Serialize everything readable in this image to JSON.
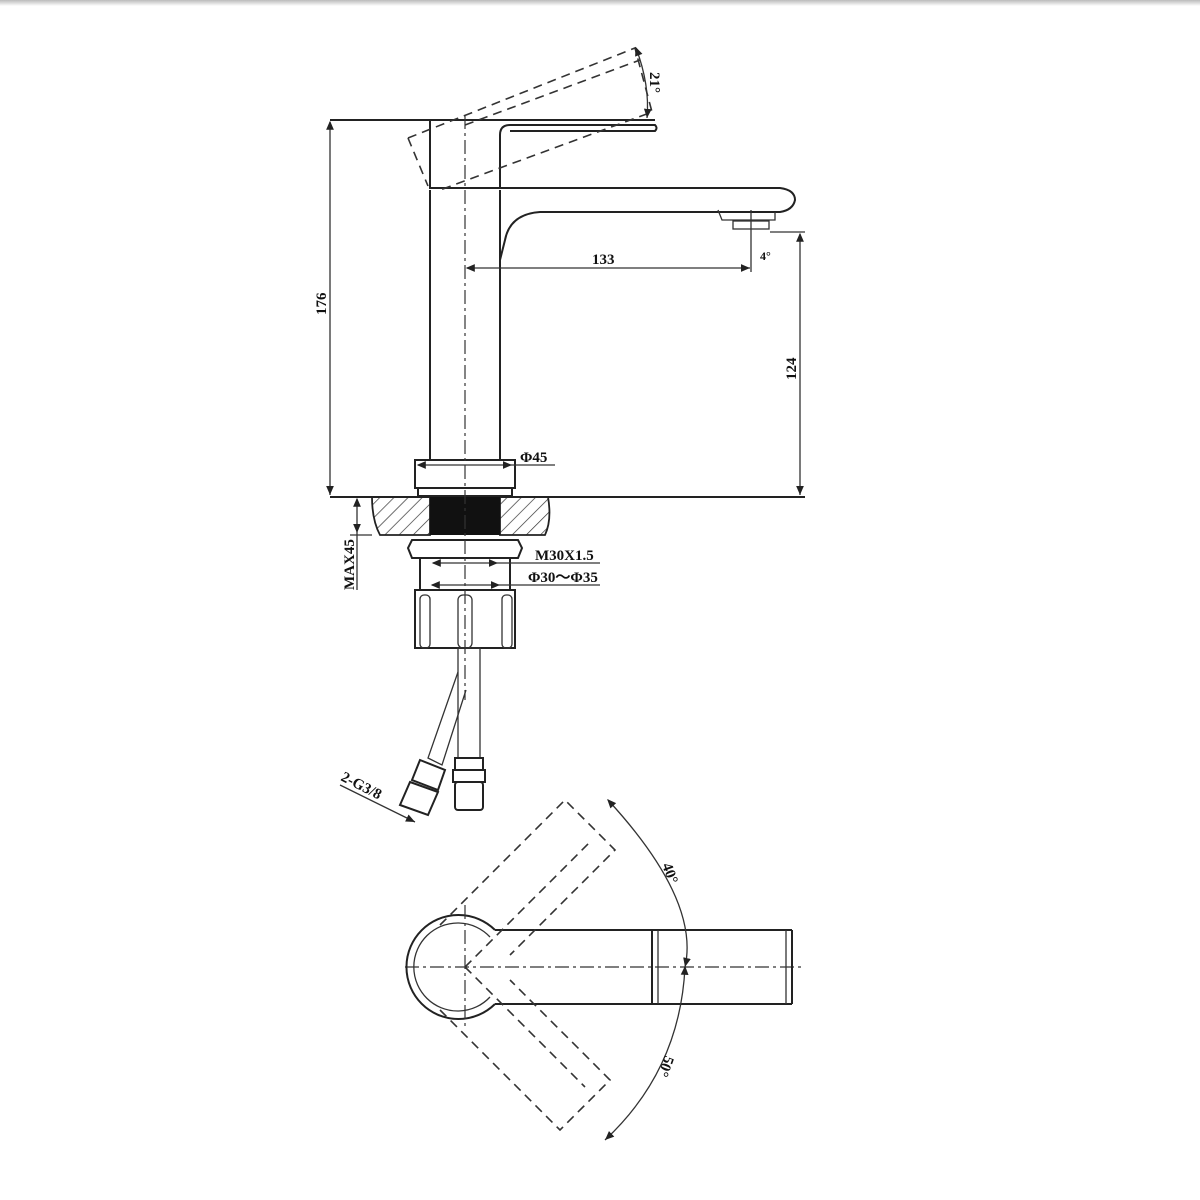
{
  "drawing": {
    "subject": "Basin faucet technical drawing",
    "views": [
      "side elevation",
      "top view"
    ],
    "dimensions": {
      "handle_tilt_angle": "21°",
      "total_height": "176",
      "spout_reach": "133",
      "spout_height": "124",
      "spout_tilt": "4°",
      "base_diameter": "Φ45",
      "max_deck_thickness": "MAX45",
      "thread": "M30X1.5",
      "mounting_hole": "Φ30～Φ35",
      "hose_connectors": "2-G3/8",
      "rotation_up": "40°",
      "rotation_down": "50°"
    }
  }
}
